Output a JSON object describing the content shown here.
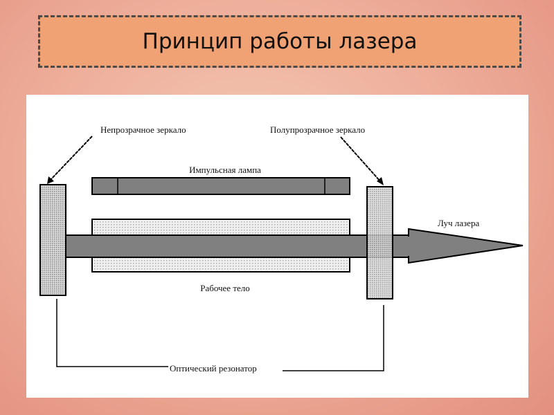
{
  "slide": {
    "title": "Принцип работы лазера"
  },
  "diagram": {
    "labels": {
      "opaque_mirror": "Непрозрачное зеркало",
      "semi_transparent_mirror": "Полупрозрачное зеркало",
      "pulse_lamp": "Импульсная лампа",
      "working_body": "Рабочее тело",
      "laser_beam": "Луч лазера",
      "optical_resonator": "Оптический резонатор"
    },
    "colors": {
      "lamp": "#808080",
      "beam": "#808080",
      "title_bg": "#f0a274"
    }
  }
}
